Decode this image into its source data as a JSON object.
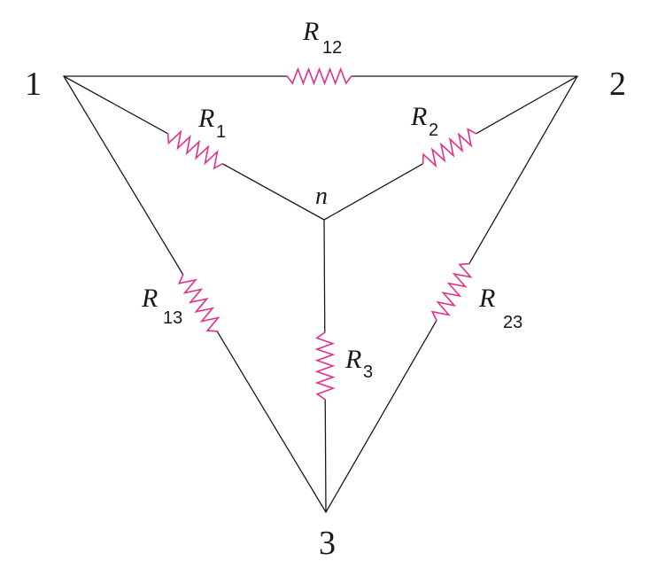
{
  "diagram": {
    "nodes": {
      "n1": "1",
      "n2": "2",
      "n3": "3",
      "center": "n"
    },
    "resistors": {
      "r12": {
        "symbol": "R",
        "subscript": "12"
      },
      "r1": {
        "symbol": "R",
        "subscript": "1"
      },
      "r2": {
        "symbol": "R",
        "subscript": "2"
      },
      "r13": {
        "symbol": "R",
        "subscript": "13"
      },
      "r23": {
        "symbol": "R",
        "subscript": "23"
      },
      "r3": {
        "symbol": "R",
        "subscript": "3"
      }
    },
    "colors": {
      "wire": "#1a1a1a",
      "resistor": "#e0308a"
    }
  }
}
